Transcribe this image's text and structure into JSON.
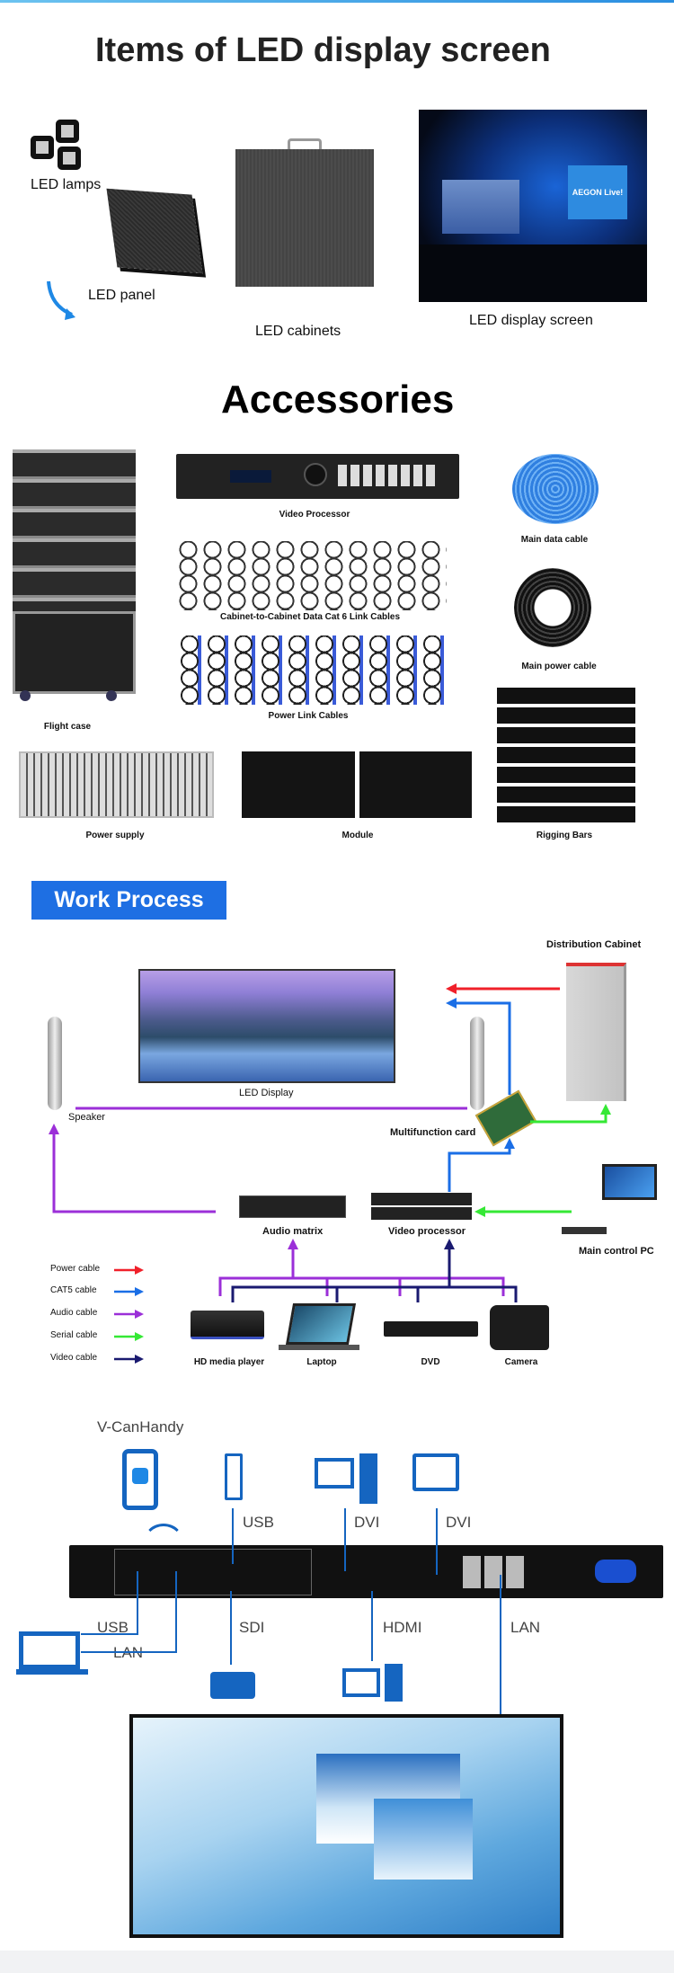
{
  "section_items": {
    "title": "Items of LED display  screen",
    "items": [
      {
        "label": "LED lamps"
      },
      {
        "label": "LED panel"
      },
      {
        "label": "LED cabinets"
      },
      {
        "label": "LED display screen"
      }
    ],
    "photo_sign": "AEGON Live!"
  },
  "section_accessories": {
    "title": "Accessories",
    "items": [
      {
        "label": "Flight case"
      },
      {
        "label": "Video Processor"
      },
      {
        "label": "Cabinet-to-Cabinet Data Cat 6 Link Cables"
      },
      {
        "label": "Power Link Cables"
      },
      {
        "label": "Main data cable"
      },
      {
        "label": "Main power cable"
      },
      {
        "label": "Rigging Bars"
      },
      {
        "label": "Power supply"
      },
      {
        "label": "Module"
      }
    ]
  },
  "work_process": {
    "title": "Work Process",
    "nodes": {
      "distribution_cabinet": "Distribution Cabinet",
      "led_display": "LED Display",
      "speaker": "Speaker",
      "multifunction_card": "Multifunction card",
      "audio_matrix": "Audio matrix",
      "video_processor": "Video processor",
      "main_control_pc": "Main control PC",
      "hd_media_player": "HD media player",
      "laptop": "Laptop",
      "dvd": "DVD",
      "camera": "Camera"
    },
    "legend": [
      {
        "label": "Power cable",
        "color": "#f0202a"
      },
      {
        "label": "CAT5 cable",
        "color": "#1a6ee6"
      },
      {
        "label": "Audio cable",
        "color": "#9b2fd8"
      },
      {
        "label": "Serial cable",
        "color": "#35e835"
      },
      {
        "label": "Video cable",
        "color": "#1a1a70"
      }
    ]
  },
  "connection": {
    "app_name": "V-CanHandy",
    "labels": {
      "usb_top": "USB",
      "dvi_1": "DVI",
      "dvi_2": "DVI",
      "usb_left": "USB",
      "lan_left": "LAN",
      "sdi": "SDI",
      "hdmi": "HDMI",
      "lan_out": "LAN"
    },
    "icons": [
      "phone-app-icon",
      "usb-stick-icon",
      "desktop-pc-icon",
      "monitor-icon",
      "wifi-icon",
      "laptop-icon",
      "camcorder-icon",
      "desktop-pc-icon"
    ],
    "accent_color": "#1565c0"
  }
}
